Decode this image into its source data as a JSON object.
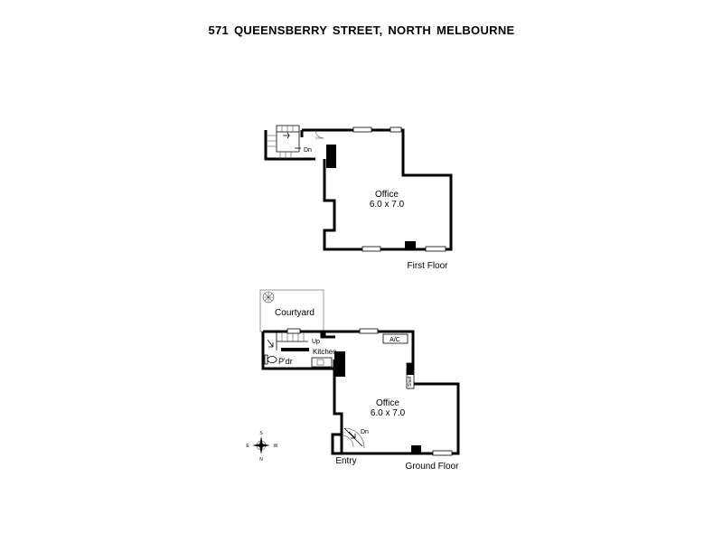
{
  "title": "571  QUEENSBERRY  STREET, NORTH  MELBOURNE",
  "first_floor": {
    "label": "First Floor",
    "rooms": [
      {
        "name": "Office",
        "size": "6.0 x 7.0"
      }
    ],
    "stair_label": "Dn"
  },
  "ground_floor": {
    "label": "Ground Floor",
    "rooms": [
      {
        "name": "Office",
        "size": "6.0 x 7.0"
      },
      {
        "name": "Courtyard"
      },
      {
        "name": "Kitchen"
      },
      {
        "name": "P'dr"
      },
      {
        "name": "Entry"
      }
    ],
    "stair_up_label": "Up",
    "stair_down_label": "Dn",
    "ac_label": "A/C",
    "shelf_label": "Shelf"
  },
  "compass": {
    "n": "N",
    "s": "S",
    "e": "E",
    "w": "W"
  }
}
